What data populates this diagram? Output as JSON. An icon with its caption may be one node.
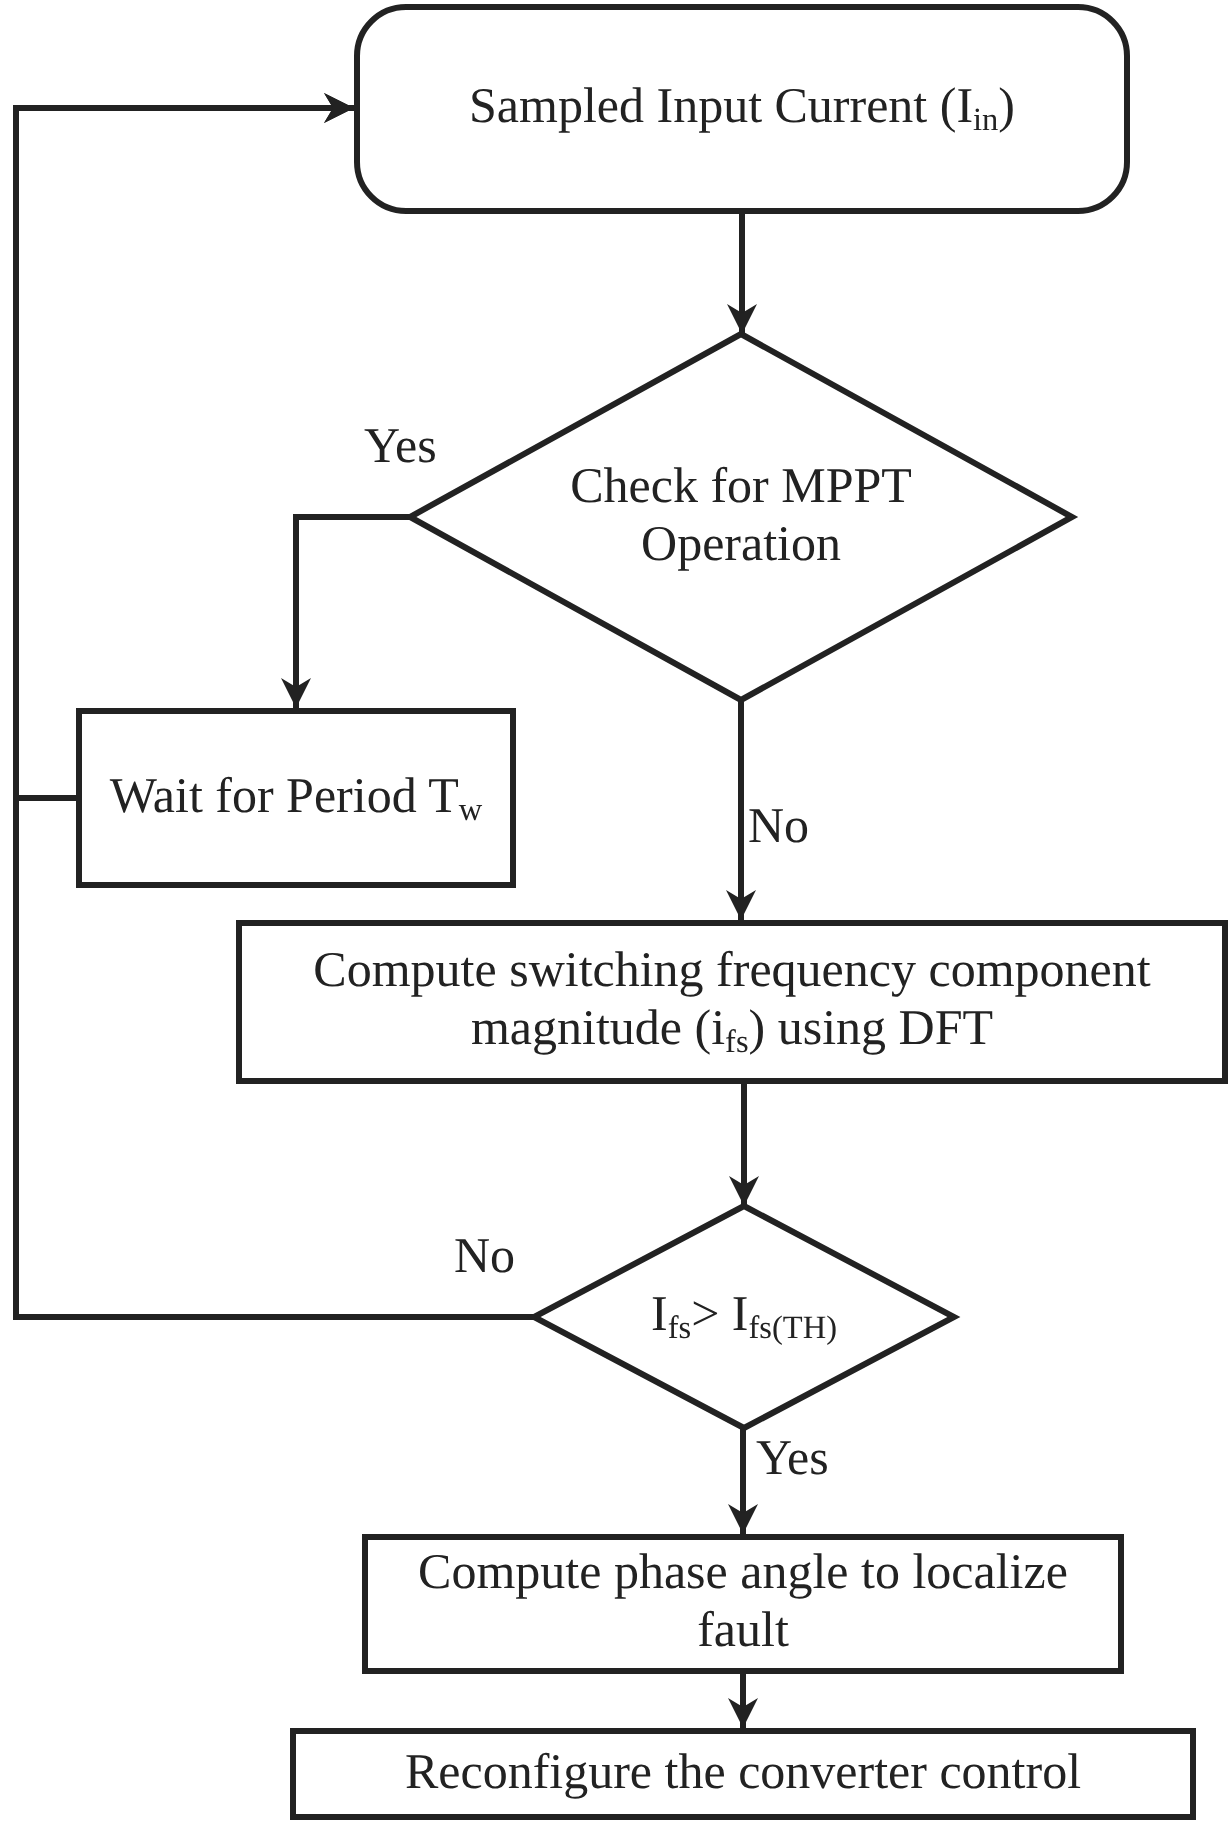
{
  "diagram": {
    "nodes": [
      {
        "text": [
          "Sampled  Input Current (I$_{in}$)"
        ]
      },
      {
        "text": [
          "Check for MPPT Operation"
        ]
      },
      {
        "text": [
          "Wait for Period T$_{w}$"
        ]
      },
      {
        "text": [
          "Compute switching frequency component magnitude (i$_{fs}$) using DFT"
        ]
      },
      {
        "text": [
          "I$_{fs}$> I$_{fs(TH)}$"
        ]
      },
      {
        "text": [
          "Compute phase angle to localize fault"
        ]
      },
      {
        "text": [
          "Reconfigure the converter control"
        ]
      }
    ],
    "edges": [
      {
        "from": 0,
        "to": 1,
        "arrow": "to"
      },
      {
        "from": 1,
        "to": 2,
        "arrow": "to",
        "label": "Yes"
      },
      {
        "from": 1,
        "to": 3,
        "arrow": "to",
        "label": "No"
      },
      {
        "from": 2,
        "to": 0,
        "arrow": "to"
      },
      {
        "from": 3,
        "to": 4,
        "arrow": "to"
      },
      {
        "from": 4,
        "to": 0,
        "arrow": "to",
        "label": "No"
      },
      {
        "from": 4,
        "to": 5,
        "arrow": "to",
        "label": "Yes"
      },
      {
        "from": 5,
        "to": 6,
        "arrow": "to"
      }
    ]
  }
}
